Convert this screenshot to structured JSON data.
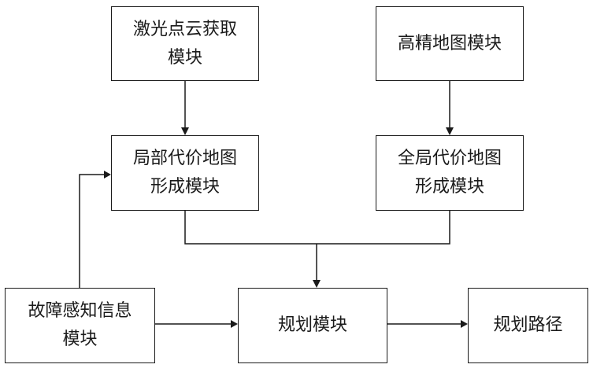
{
  "nodes": {
    "laser_acquisition": "激光点云获取\n模块",
    "hd_map": "高精地图模块",
    "local_costmap": "局部代价地图\n形成模块",
    "global_costmap": "全局代价地图\n形成模块",
    "fault_perception": "故障感知信息\n模块",
    "planning": "规划模块",
    "planned_path": "规划路径"
  },
  "edges": [
    {
      "from": "laser_acquisition",
      "to": "local_costmap"
    },
    {
      "from": "hd_map",
      "to": "global_costmap"
    },
    {
      "from": "fault_perception",
      "to": "local_costmap"
    },
    {
      "from": "local_costmap",
      "to": "planning"
    },
    {
      "from": "global_costmap",
      "to": "planning"
    },
    {
      "from": "fault_perception",
      "to": "planning"
    },
    {
      "from": "planning",
      "to": "planned_path"
    }
  ]
}
